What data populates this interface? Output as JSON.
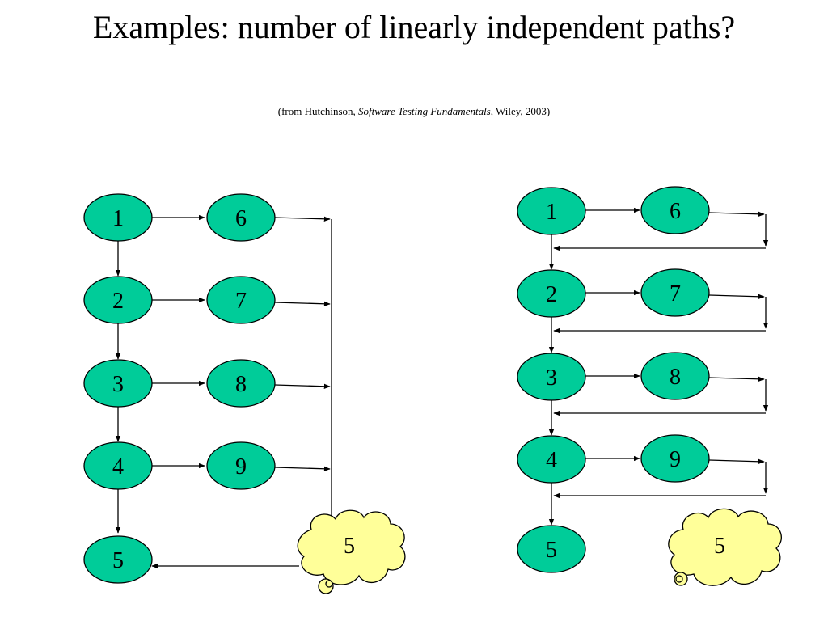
{
  "title": "Examples: number of linearly independent paths?",
  "subtitle": {
    "prefix": "(from Hutchinson, ",
    "book": "Software Testing Fundamentals",
    "suffix": ", Wiley, 2003)"
  },
  "colors": {
    "node_fill": "#00CC99",
    "cloud_fill": "#FFFF99",
    "stroke": "#000000"
  },
  "left_graph": {
    "nodes": [
      "1",
      "2",
      "3",
      "4",
      "5",
      "6",
      "7",
      "8",
      "9"
    ],
    "cloud_label": "5"
  },
  "right_graph": {
    "nodes": [
      "1",
      "2",
      "3",
      "4",
      "5",
      "6",
      "7",
      "8",
      "9"
    ],
    "cloud_label": "5"
  }
}
